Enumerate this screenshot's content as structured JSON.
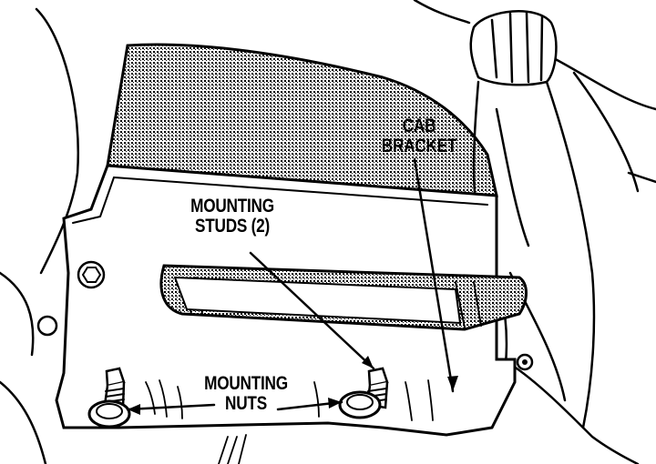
{
  "labels": {
    "cab_bracket": [
      "CAB",
      "BRACKET"
    ],
    "mounting_studs": [
      "MOUNTING",
      "STUDS (2)"
    ],
    "mounting_nuts": [
      "MOUNTING",
      "NUTS"
    ]
  }
}
